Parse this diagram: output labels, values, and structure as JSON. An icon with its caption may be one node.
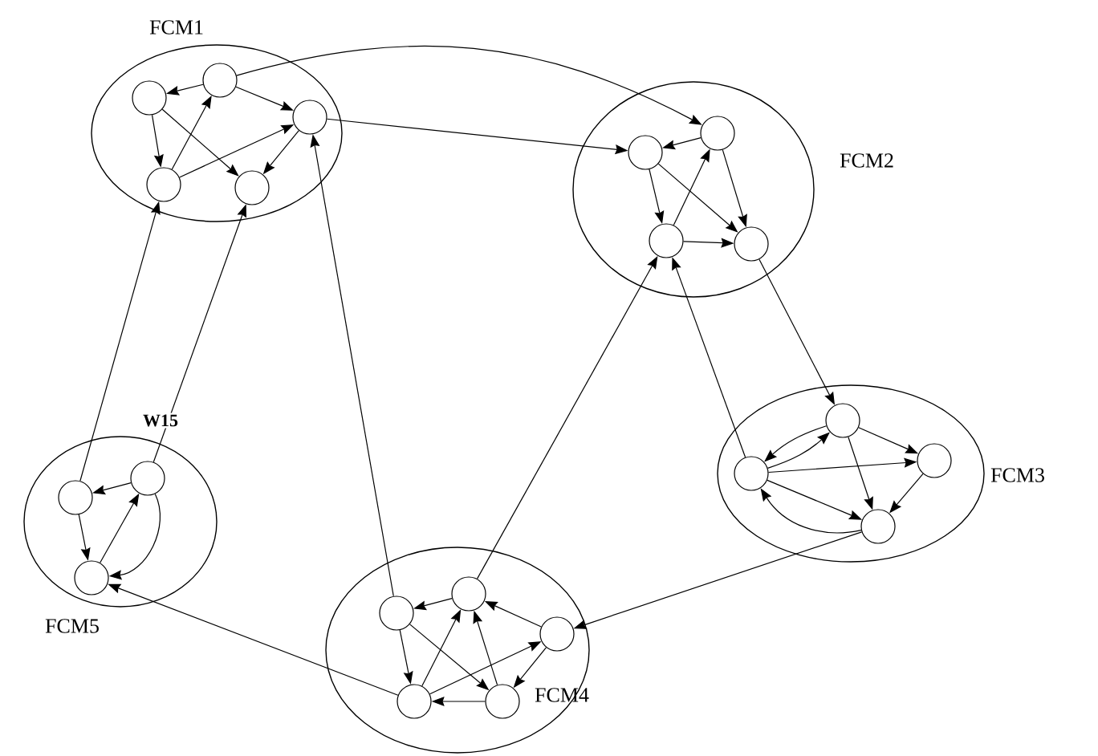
{
  "diagram": {
    "nodes": [
      {
        "text": [
          "FCM1"
        ]
      },
      {
        "text": [],
        "shape": "circle",
        "in": 0
      },
      {
        "text": [],
        "shape": "circle",
        "in": 0
      },
      {
        "text": [],
        "shape": "circle",
        "in": 0
      },
      {
        "text": [],
        "shape": "circle",
        "in": 0
      },
      {
        "text": [],
        "shape": "circle",
        "in": 0
      },
      {
        "text": [
          "FCM2"
        ]
      },
      {
        "text": [],
        "shape": "circle",
        "in": 6
      },
      {
        "text": [],
        "shape": "circle",
        "in": 6
      },
      {
        "text": [],
        "shape": "circle",
        "in": 6
      },
      {
        "text": [],
        "shape": "circle",
        "in": 6
      },
      {
        "text": [
          "FCM3"
        ]
      },
      {
        "text": [],
        "shape": "circle",
        "in": 11
      },
      {
        "text": [],
        "shape": "circle",
        "in": 11
      },
      {
        "text": [],
        "shape": "circle",
        "in": 11
      },
      {
        "text": [],
        "shape": "circle",
        "in": 11
      },
      {
        "text": [
          "FCM4"
        ]
      },
      {
        "text": [],
        "shape": "circle",
        "in": 16
      },
      {
        "text": [],
        "shape": "circle",
        "in": 16
      },
      {
        "text": [],
        "shape": "circle",
        "in": 16
      },
      {
        "text": [],
        "shape": "circle",
        "in": 16
      },
      {
        "text": [],
        "shape": "circle",
        "in": 16
      },
      {
        "text": [
          "FCM5"
        ]
      },
      {
        "text": [],
        "shape": "circle",
        "in": 22
      },
      {
        "text": [],
        "shape": "circle",
        "in": 22
      },
      {
        "text": [],
        "shape": "circle",
        "in": 22
      }
    ],
    "edges": [
      {
        "from": 2,
        "to": 1,
        "arrow": "to"
      },
      {
        "from": 1,
        "to": 4,
        "arrow": "to"
      },
      {
        "from": 4,
        "to": 2,
        "arrow": "to"
      },
      {
        "from": 2,
        "to": 3,
        "arrow": "to"
      },
      {
        "from": 1,
        "to": 5,
        "arrow": "to"
      },
      {
        "from": 4,
        "to": 3,
        "arrow": "to"
      },
      {
        "from": 3,
        "to": 5,
        "arrow": "to"
      },
      {
        "from": 8,
        "to": 7,
        "arrow": "to"
      },
      {
        "from": 7,
        "to": 9,
        "arrow": "to"
      },
      {
        "from": 9,
        "to": 8,
        "arrow": "to"
      },
      {
        "from": 8,
        "to": 10,
        "arrow": "to"
      },
      {
        "from": 7,
        "to": 10,
        "arrow": "to"
      },
      {
        "from": 9,
        "to": 10,
        "arrow": "to"
      },
      {
        "from": 12,
        "to": 14,
        "arrow": "to"
      },
      {
        "from": 14,
        "to": 12,
        "arrow": "to"
      },
      {
        "from": 12,
        "to": 13,
        "arrow": "to"
      },
      {
        "from": 14,
        "to": 13,
        "arrow": "to"
      },
      {
        "from": 12,
        "to": 15,
        "arrow": "to"
      },
      {
        "from": 14,
        "to": 15,
        "arrow": "to"
      },
      {
        "from": 13,
        "to": 15,
        "arrow": "to"
      },
      {
        "from": 15,
        "to": 14,
        "arrow": "to"
      },
      {
        "from": 18,
        "to": 17,
        "arrow": "to"
      },
      {
        "from": 17,
        "to": 20,
        "arrow": "to"
      },
      {
        "from": 20,
        "to": 18,
        "arrow": "to"
      },
      {
        "from": 19,
        "to": 18,
        "arrow": "to"
      },
      {
        "from": 17,
        "to": 21,
        "arrow": "to"
      },
      {
        "from": 21,
        "to": 18,
        "arrow": "to"
      },
      {
        "from": 20,
        "to": 19,
        "arrow": "to"
      },
      {
        "from": 19,
        "to": 21,
        "arrow": "to"
      },
      {
        "from": 21,
        "to": 20,
        "arrow": "to"
      },
      {
        "from": 24,
        "to": 23,
        "arrow": "to"
      },
      {
        "from": 23,
        "to": 25,
        "arrow": "to"
      },
      {
        "from": 25,
        "to": 24,
        "arrow": "to"
      },
      {
        "from": 24,
        "to": 25,
        "arrow": "to"
      },
      {
        "from": 2,
        "to": 8,
        "arrow": "to"
      },
      {
        "from": 3,
        "to": 7,
        "arrow": "to"
      },
      {
        "from": 23,
        "to": 4,
        "arrow": "to"
      },
      {
        "from": 24,
        "to": 5,
        "arrow": "to"
      },
      {
        "from": 17,
        "to": 3,
        "arrow": "to"
      },
      {
        "from": 18,
        "to": 9,
        "arrow": "to"
      },
      {
        "from": 14,
        "to": 9,
        "arrow": "to"
      },
      {
        "from": 10,
        "to": 12,
        "arrow": "to"
      },
      {
        "from": 15,
        "to": 19,
        "arrow": "to"
      },
      {
        "from": 20,
        "to": 25,
        "arrow": "to"
      }
    ],
    "labels": [
      "W15"
    ]
  }
}
